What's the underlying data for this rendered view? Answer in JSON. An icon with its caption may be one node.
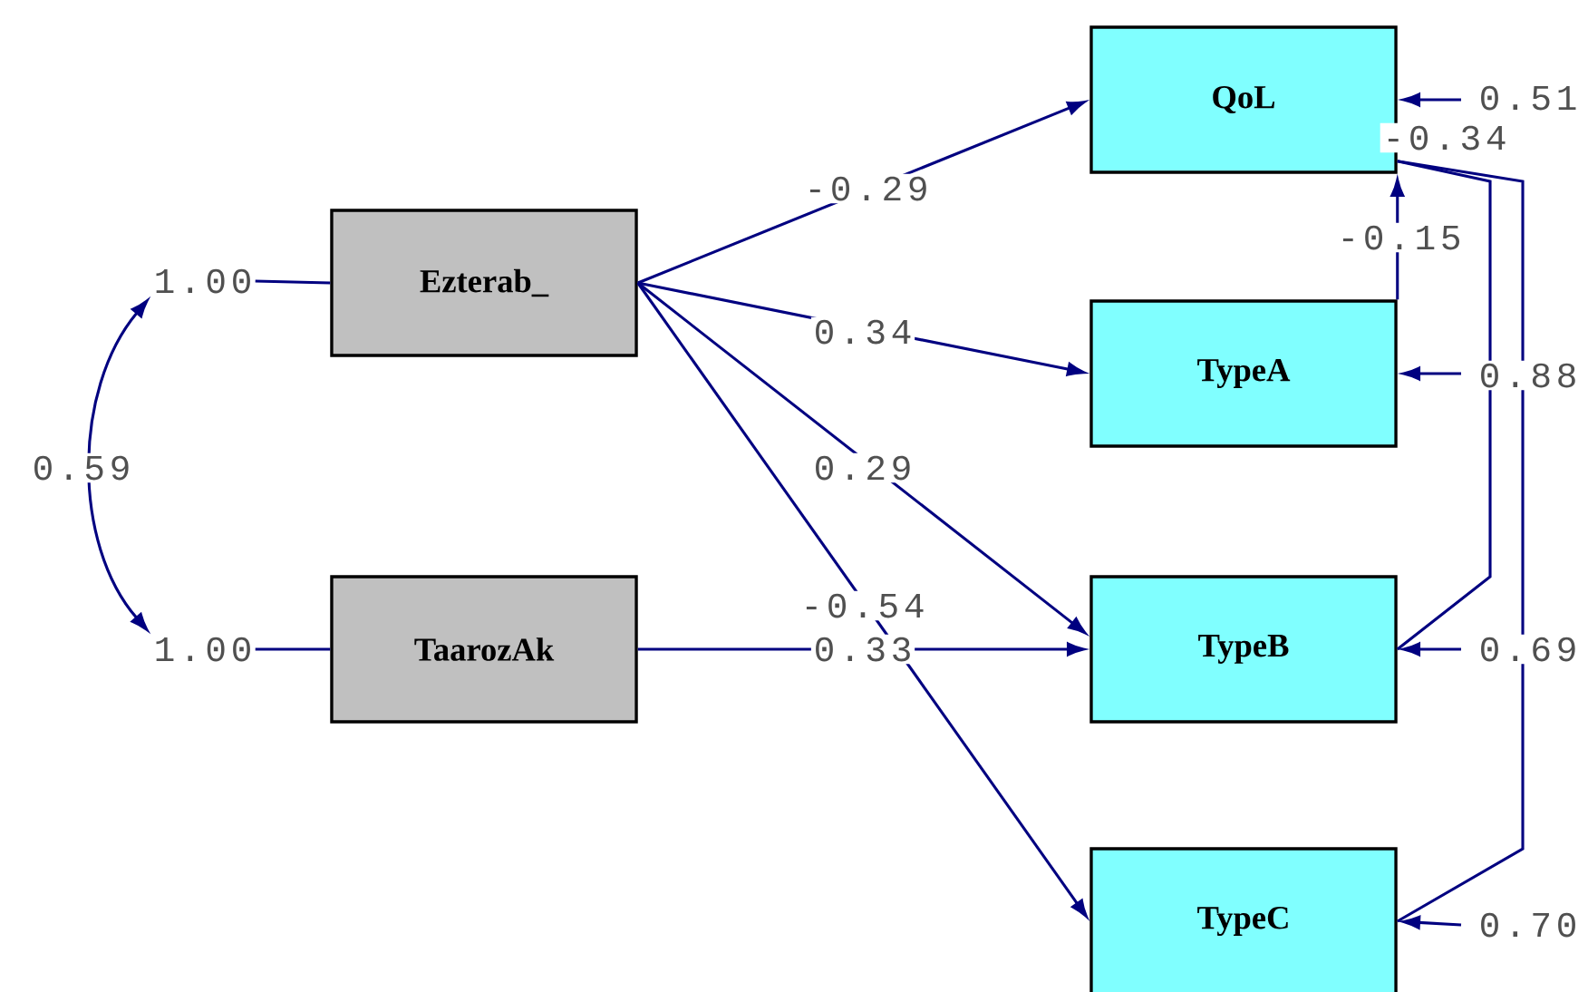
{
  "diagram": {
    "nodes": [
      {
        "text": [
          "Ezterab_"
        ]
      },
      {
        "text": [
          "TaarozAk"
        ]
      },
      {
        "text": [
          "QoL"
        ]
      },
      {
        "text": [
          "TypeA"
        ]
      },
      {
        "text": [
          "TypeB"
        ]
      },
      {
        "text": [
          "TypeC"
        ]
      },
      {
        "text": [
          "1.00"
        ]
      },
      {
        "text": [
          "1.00"
        ]
      }
    ],
    "edges": [
      {
        "from": 0,
        "to": 2,
        "arrow": "to",
        "label": "-0.29"
      },
      {
        "from": 0,
        "to": 3,
        "arrow": "to",
        "label": "0.34"
      },
      {
        "from": 0,
        "to": 4,
        "arrow": "to",
        "label": "0.29"
      },
      {
        "from": 0,
        "to": 5,
        "arrow": "to",
        "label": "-0.54"
      },
      {
        "from": 1,
        "to": 4,
        "arrow": "to",
        "label": "0.33"
      },
      {
        "from": 3,
        "to": 2,
        "arrow": "to",
        "label": "-0.15"
      },
      {
        "from": 2,
        "to": 4,
        "arrow": "none",
        "label": "-0.34"
      },
      {
        "from": 2,
        "to": 5,
        "arrow": "none"
      },
      {
        "from": null,
        "to": 2,
        "arrow": "to",
        "label": "0.51"
      },
      {
        "from": null,
        "to": 3,
        "arrow": "to",
        "label": "0.88"
      },
      {
        "from": null,
        "to": 4,
        "arrow": "to",
        "label": "0.69"
      },
      {
        "from": null,
        "to": 5,
        "arrow": "to",
        "label": "0.70"
      },
      {
        "from": 6,
        "to": 0,
        "arrow": "none"
      },
      {
        "from": 7,
        "to": 1,
        "arrow": "none"
      },
      {
        "from": 6,
        "to": 7,
        "arrow": "both",
        "label": "0.59"
      }
    ]
  }
}
